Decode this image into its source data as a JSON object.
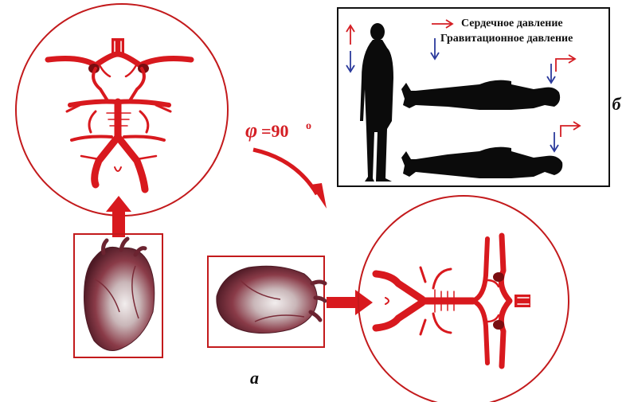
{
  "panel_a": {
    "letter": "а"
  },
  "panel_b": {
    "letter": "б"
  },
  "rotation": {
    "symbol": "φ",
    "value": "=90",
    "degree": "o"
  },
  "legend": {
    "cardiac_pressure": "Сердечное давление",
    "gravitational_pressure": "Гравитационное давление"
  },
  "colors": {
    "artery": "#d8191e",
    "frame": "#c31a1c",
    "cardiac_arrow": "#d41e24",
    "gravity_arrow": "#2b3a9c",
    "silhouette": "#0b0b0b",
    "heart_dark": "#5e2430",
    "heart_light": "#e9e4e4"
  },
  "icons": [
    "heart-icon",
    "standing-person-icon",
    "lying-person-icon",
    "artery-tree-icon"
  ]
}
